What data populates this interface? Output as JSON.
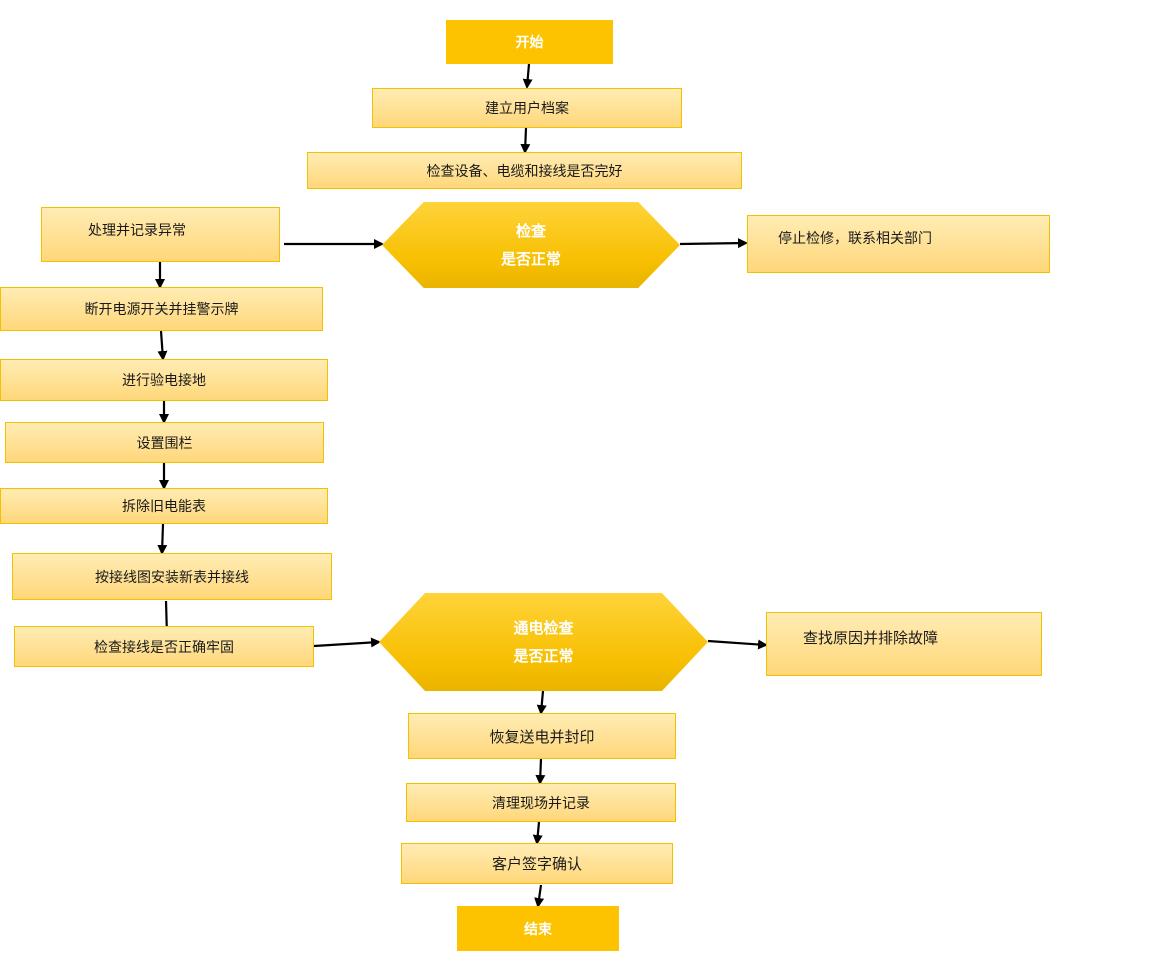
{
  "flowchart": {
    "start": "开始",
    "step_1": "建立用户档案",
    "step_2": "检查设备、电缆和接线是否完好",
    "decision_1": {
      "line1": "检查",
      "line2": "是否正常"
    },
    "left_1": "处理并记录异常",
    "no_branch_1": "停止检修，联系相关部门",
    "left_2": "断开电源开关并挂警示牌",
    "left_3": "进行验电接地",
    "left_4": "设置围栏",
    "left_5": "拆除旧电能表",
    "left_6": "按接线图安装新表并接线",
    "left_7": "检查接线是否正确牢固",
    "decision_2": {
      "line1": "通电检查",
      "line2": "是否正常"
    },
    "no_branch_2": "查找原因并排除故障",
    "bottom_1": "恢复送电并封印",
    "bottom_2": "清理现场并记录",
    "bottom_3": "客户签字确认",
    "end": "结束"
  }
}
